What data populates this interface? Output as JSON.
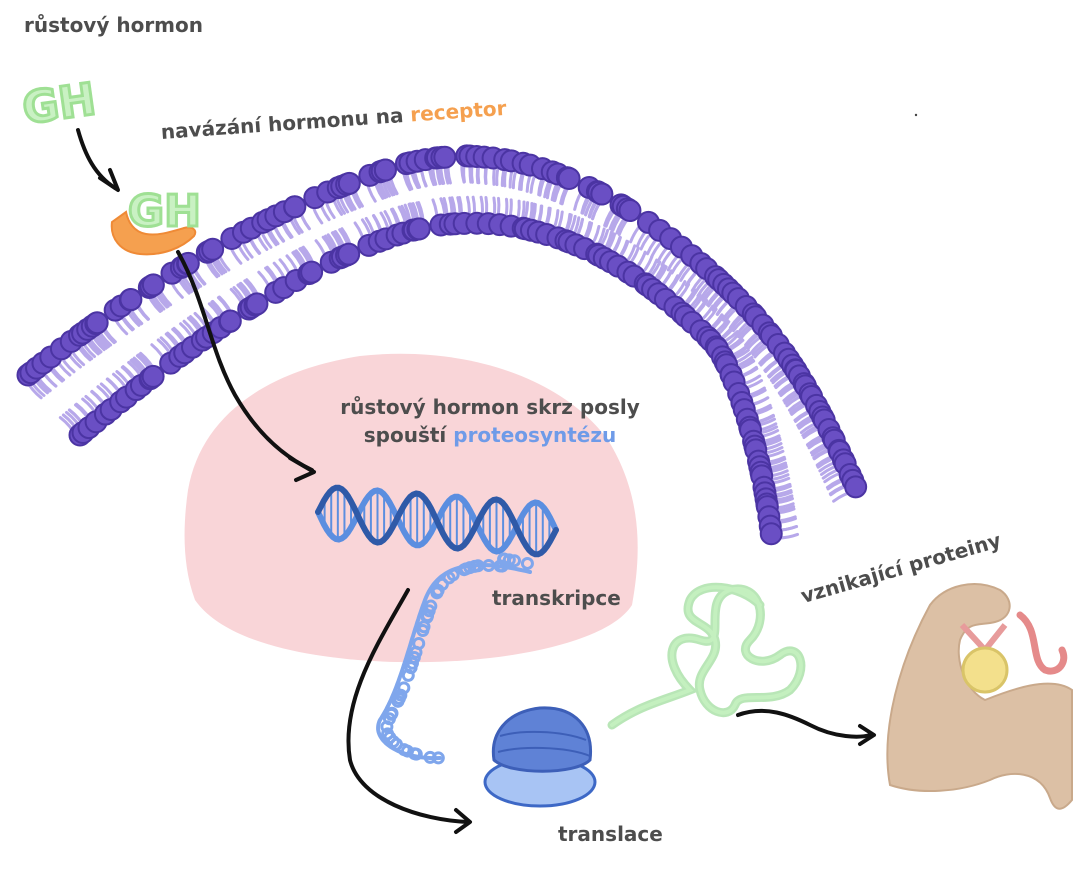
{
  "labels": {
    "growth_hormone": "růstový hormon",
    "binding_prefix": "navázání hormonu na ",
    "binding_receptor": "receptor",
    "messenger_line1": "růstový hormon skrz posly",
    "messenger_line2_prefix": "spouští ",
    "messenger_line2_highlight": "proteosyntézu",
    "transcription": "transkripce",
    "translation": "translace",
    "emerging_proteins": "vznikající proteiny",
    "gh_badge_1": "GH",
    "gh_badge_2": "GH"
  },
  "colors": {
    "text": "#4d4d4d",
    "receptor": "#f5a04f",
    "proteosynthesis": "#6f9be8",
    "gh_green": "#a8e6a0",
    "membrane": "#6a4fc4",
    "membrane_tails": "#b7a8ea",
    "nucleus": "#f9d5d8",
    "dna_dark": "#2f5aa8",
    "dna_light": "#5b8ee0",
    "rna": "#7fa6ec",
    "ribosome_top": "#5f82d6",
    "ribosome_bottom": "#a8c4f4",
    "protein": "#a9e8a3",
    "muscle": "#dcc0a5",
    "medal": "#f3e08c",
    "ribbon": "#e79b9b",
    "arrow": "#111111"
  },
  "icons": [
    "gh-hormone-icon",
    "receptor-icon",
    "cell-membrane",
    "nucleus-shape",
    "dna-helix-icon",
    "mrna-strand-icon",
    "ribosome-icon",
    "protein-coil-icon",
    "muscle-arm-icon",
    "medal-icon"
  ]
}
